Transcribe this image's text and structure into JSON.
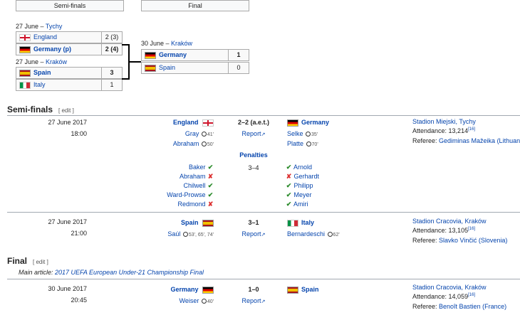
{
  "bracket": {
    "headers": [
      "Semi-finals",
      "Final"
    ],
    "sf1": {
      "date_prefix": "27 June – ",
      "venue": "Tychy",
      "team1": "England",
      "score1": "2 (3)",
      "team2": "Germany (p)",
      "score2": "2 (4)"
    },
    "sf2": {
      "date_prefix": "27 June – ",
      "venue": "Kraków",
      "team1": "Spain",
      "score1": "3",
      "team2": "Italy",
      "score2": "1"
    },
    "final": {
      "date_prefix": "30 June – ",
      "venue": "Kraków",
      "team1": "Germany",
      "score1": "1",
      "team2": "Spain",
      "score2": "0"
    }
  },
  "semi_section": {
    "title": "Semi-finals",
    "edit": "[ edit ]"
  },
  "match1": {
    "date": "27 June 2017",
    "time": "18:00",
    "home": "England",
    "away": "Germany",
    "score": "2–2 (a.e.t.)",
    "report": "Report",
    "home_scorers": [
      {
        "name": "Gray",
        "min": "41'"
      },
      {
        "name": "Abraham",
        "min": "50'"
      }
    ],
    "away_scorers": [
      {
        "name": "Selke",
        "min": "35'"
      },
      {
        "name": "Platte",
        "min": "70'"
      }
    ],
    "venue": "Stadion Miejski, Tychy",
    "attendance_label": "Attendance: ",
    "attendance": "13,214",
    "attendance_ref": "[16]",
    "referee_label": "Referee: ",
    "referee": "Gediminas Mažeika (Lithuania)",
    "penalties_title": "Penalties",
    "pen_score": "3–4",
    "pen_home": [
      {
        "name": "Baker",
        "ok": true
      },
      {
        "name": "Abraham",
        "ok": false
      },
      {
        "name": "Chilwell",
        "ok": true
      },
      {
        "name": "Ward-Prowse",
        "ok": true
      },
      {
        "name": "Redmond",
        "ok": false
      }
    ],
    "pen_away": [
      {
        "name": "Arnold",
        "ok": true
      },
      {
        "name": "Gerhardt",
        "ok": false
      },
      {
        "name": "Philipp",
        "ok": true
      },
      {
        "name": "Meyer",
        "ok": true
      },
      {
        "name": "Amiri",
        "ok": true
      }
    ]
  },
  "match2": {
    "date": "27 June 2017",
    "time": "21:00",
    "home": "Spain",
    "away": "Italy",
    "score": "3–1",
    "report": "Report",
    "home_scorer": "Saúl",
    "home_mins": "53', 65', 74'",
    "away_scorer": "Bernardeschi",
    "away_min": "62'",
    "venue": "Stadion Cracovia, Kraków",
    "attendance_label": "Attendance: ",
    "attendance": "13,105",
    "attendance_ref": "[16]",
    "referee_label": "Referee: ",
    "referee": "Slavko Vinčić (Slovenia)"
  },
  "final_section": {
    "title": "Final",
    "edit": "[ edit ]",
    "main_label": "Main article: ",
    "main_link": "2017 UEFA European Under-21 Championship Final"
  },
  "match3": {
    "date": "30 June 2017",
    "time": "20:45",
    "home": "Germany",
    "away": "Spain",
    "score": "1–0",
    "report": "Report",
    "home_scorer": "Weiser",
    "home_min": "40'",
    "venue": "Stadion Cracovia, Kraków",
    "attendance_label": "Attendance: ",
    "attendance": "14,059",
    "attendance_ref": "[16]",
    "referee_label": "Referee: ",
    "referee": "Benoît Bastien (France)"
  }
}
